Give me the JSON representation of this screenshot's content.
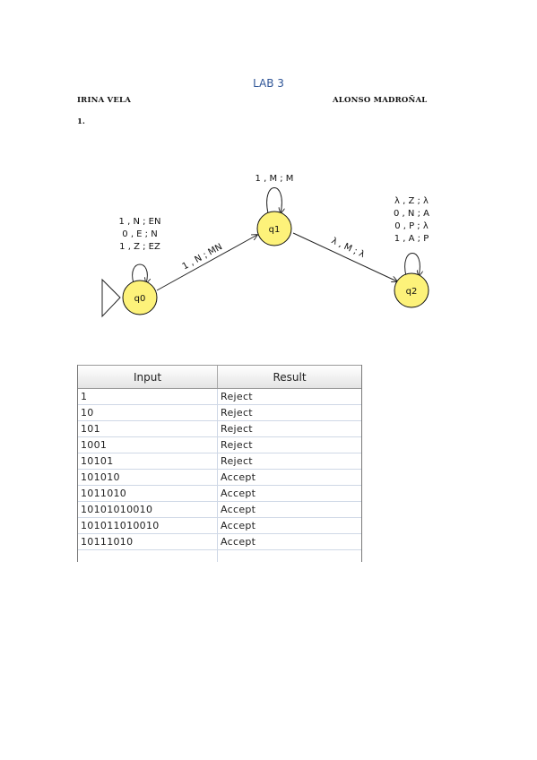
{
  "title": "LAB 3",
  "authors": {
    "left": "IRINA VELA",
    "right": "ALONSO MADROÑAL"
  },
  "section_number": "1.",
  "diagram": {
    "state_fill": "#fdf27a",
    "states": {
      "q0": "q0",
      "q1": "q1",
      "q2": "q2"
    },
    "loops": {
      "q0": [
        "1 , N ; EN",
        "0 , E ; N",
        "1 , Z ; EZ"
      ],
      "q1": [
        "1 , M ; M"
      ],
      "q2": [
        "λ , Z ; λ",
        "0 , N ; A",
        "0 , P ; λ",
        "1 , A ; P"
      ]
    },
    "transitions": {
      "q0_q1": "1 , N ; MN",
      "q1_q2": "λ , M ; λ"
    }
  },
  "table": {
    "headers": {
      "input": "Input",
      "result": "Result"
    },
    "rows": [
      {
        "input": "1",
        "result": "Reject"
      },
      {
        "input": "10",
        "result": "Reject"
      },
      {
        "input": "101",
        "result": "Reject"
      },
      {
        "input": "1001",
        "result": "Reject"
      },
      {
        "input": "10101",
        "result": "Reject"
      },
      {
        "input": "101010",
        "result": "Accept"
      },
      {
        "input": "1011010",
        "result": "Accept"
      },
      {
        "input": "10101010010",
        "result": "Accept"
      },
      {
        "input": "101011010010",
        "result": "Accept"
      },
      {
        "input": "10111010",
        "result": "Accept"
      }
    ]
  }
}
